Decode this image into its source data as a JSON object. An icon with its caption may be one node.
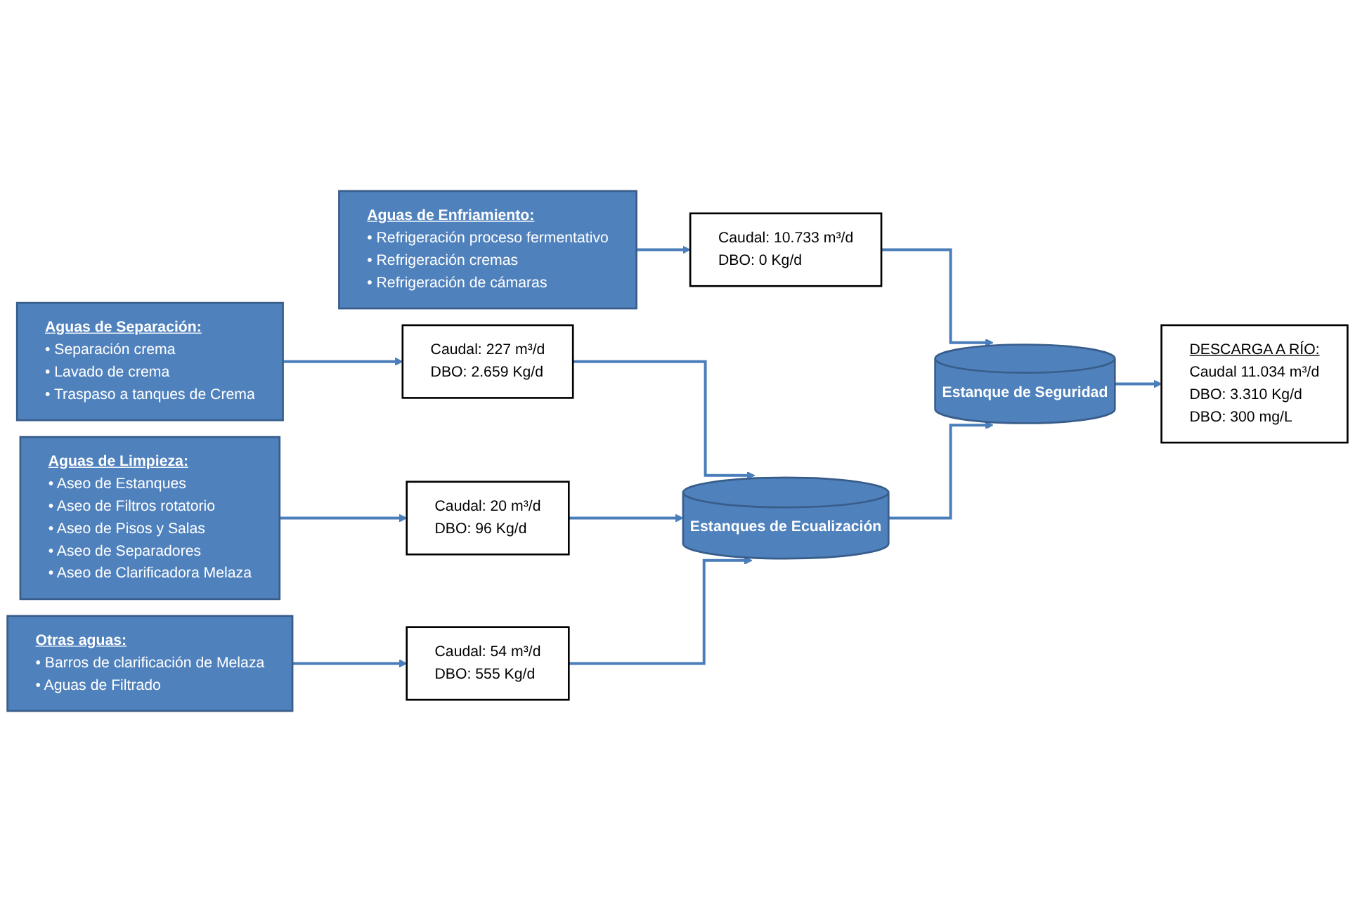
{
  "diagram": {
    "nodes": [
      {
        "text": [
          "Aguas de Separación:",
          "• Separación crema",
          "• Lavado de crema",
          "• Traspaso a tanques de Crema"
        ]
      },
      {
        "text": [
          "Aguas de Limpieza:",
          "• Aseo de Estanques",
          "• Aseo de Filtros rotatorio",
          "• Aseo de Pisos y Salas",
          "• Aseo de Separadores",
          "• Aseo de Clarificadora Melaza"
        ]
      },
      {
        "text": [
          "Otras aguas:",
          "• Barros de clarificación de Melaza",
          "• Aguas de Filtrado"
        ]
      },
      {
        "text": [
          "Aguas de Enfriamiento:",
          "• Refrigeración proceso fermentativo",
          "• Refrigeración cremas",
          "• Refrigeración de cámaras"
        ]
      },
      {
        "text": [
          "Caudal: 227 m³/d",
          "DBO: 2.659 Kg/d"
        ]
      },
      {
        "text": [
          "Caudal: 20 m³/d",
          "DBO: 96 Kg/d"
        ]
      },
      {
        "text": [
          "Caudal: 54 m³/d",
          "DBO: 555 Kg/d"
        ]
      },
      {
        "text": [
          "Caudal: 10.733 m³/d",
          "DBO: 0 Kg/d"
        ]
      },
      {
        "text": [
          "Estanques de Ecualización"
        ]
      },
      {
        "text": [
          "Estanque de Seguridad"
        ]
      },
      {
        "text": [
          "DESCARGA A RÍO:",
          "Caudal 11.034 m³/d",
          "DBO: 3.310 Kg/d",
          "DBO: 300 mg/L"
        ]
      }
    ],
    "edges": [
      {
        "from": 0,
        "to": 4,
        "arrow": "to"
      },
      {
        "from": 1,
        "to": 5,
        "arrow": "to"
      },
      {
        "from": 2,
        "to": 6,
        "arrow": "to"
      },
      {
        "from": 3,
        "to": 7,
        "arrow": "to"
      },
      {
        "from": 4,
        "to": 8,
        "arrow": "to"
      },
      {
        "from": 5,
        "to": 8,
        "arrow": "to"
      },
      {
        "from": 6,
        "to": 8,
        "arrow": "to"
      },
      {
        "from": 7,
        "to": 9,
        "arrow": "to"
      },
      {
        "from": 8,
        "to": 9,
        "arrow": "to"
      },
      {
        "from": 9,
        "to": 10,
        "arrow": "to"
      }
    ]
  }
}
